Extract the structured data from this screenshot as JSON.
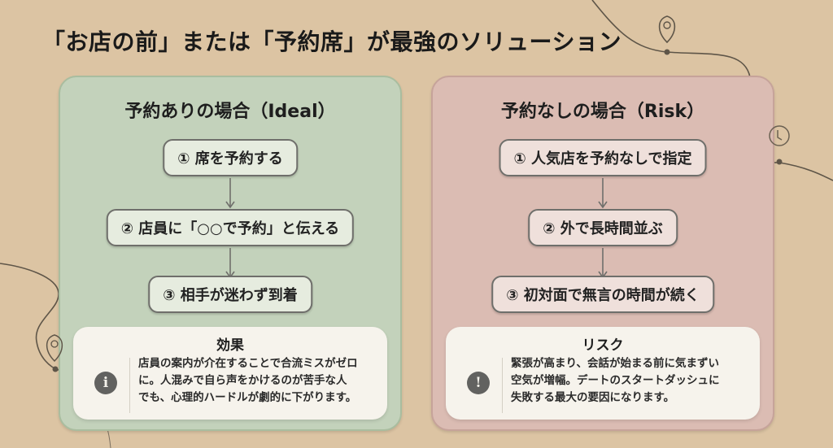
{
  "title": "「お店の前」または「予約席」が最強のソリューション",
  "colors": {
    "background": "#dcc4a3",
    "ideal_panel": "#c3d2bb",
    "risk_panel": "#dbbcb3",
    "step_border": "#6f6f6b",
    "effect_box": "#f6f3ec",
    "icon_fill": "#626260"
  },
  "ideal": {
    "heading": "予約ありの場合（Ideal）",
    "steps": [
      {
        "label": "① 席を予約する"
      },
      {
        "label": "② 店員に「○○で予約」と伝える"
      },
      {
        "label": "③ 相手が迷わず到着"
      }
    ],
    "effect": {
      "heading": "効果",
      "icon": "info-icon",
      "icon_glyph": "i",
      "lines": [
        "店員の案内が介在することで合流ミスがゼロ",
        "に。人混みで自ら声をかけるのが苦手な人",
        "でも、心理的ハードルが劇的に下がります。"
      ]
    }
  },
  "risk": {
    "heading": "予約なしの場合（Risk）",
    "steps": [
      {
        "label": "① 人気店を予約なしで指定"
      },
      {
        "label": "② 外で長時間並ぶ"
      },
      {
        "label": "③ 初対面で無言の時間が続く"
      }
    ],
    "effect": {
      "heading": "リスク",
      "icon": "warning-icon",
      "icon_glyph": "!",
      "lines": [
        "緊張が高まり、会話が始まる前に気まずい",
        "空気が増幅。デートのスタートダッシュに",
        "失敗する最大の要因になります。"
      ]
    }
  },
  "decorations": {
    "icons": [
      "map-pin-icon",
      "clock-icon",
      "map-pin-icon"
    ]
  }
}
